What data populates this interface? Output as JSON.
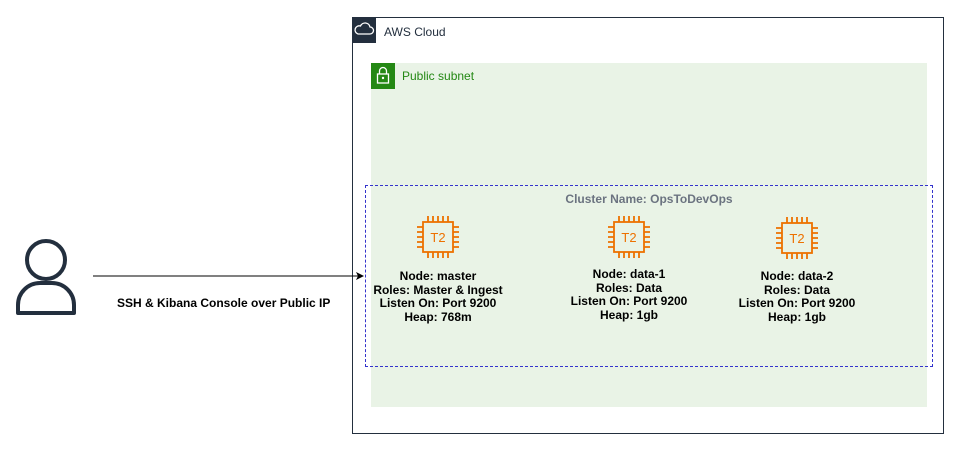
{
  "aws_cloud": {
    "label": "AWS Cloud"
  },
  "subnet": {
    "label": "Public subnet"
  },
  "cluster": {
    "title": "Cluster Name: OpsToDevOps"
  },
  "nodes": [
    {
      "chip": "T2",
      "lines": [
        "Node: master",
        "Roles: Master & Ingest",
        "Listen On: Port 9200",
        "Heap: 768m"
      ]
    },
    {
      "chip": "T2",
      "lines": [
        "Node: data-1",
        "Roles: Data",
        "Listen On: Port 9200",
        "Heap: 1gb"
      ]
    },
    {
      "chip": "T2",
      "lines": [
        "Node: data-2",
        "Roles: Data",
        "Listen On: Port 9200",
        "Heap: 1gb"
      ]
    }
  ],
  "connection": {
    "label": "SSH & Kibana Console over Public IP"
  },
  "colors": {
    "chip": "#ed7100",
    "subnet_bg": "#e9f3e6",
    "subnet_accent": "#248814",
    "cloud": "#232f3e",
    "cluster_border": "#3333cc"
  },
  "icons": {
    "user": "user-icon",
    "cloud": "cloud-icon",
    "lock": "lock-icon",
    "instance": "ec2-instance-icon"
  }
}
